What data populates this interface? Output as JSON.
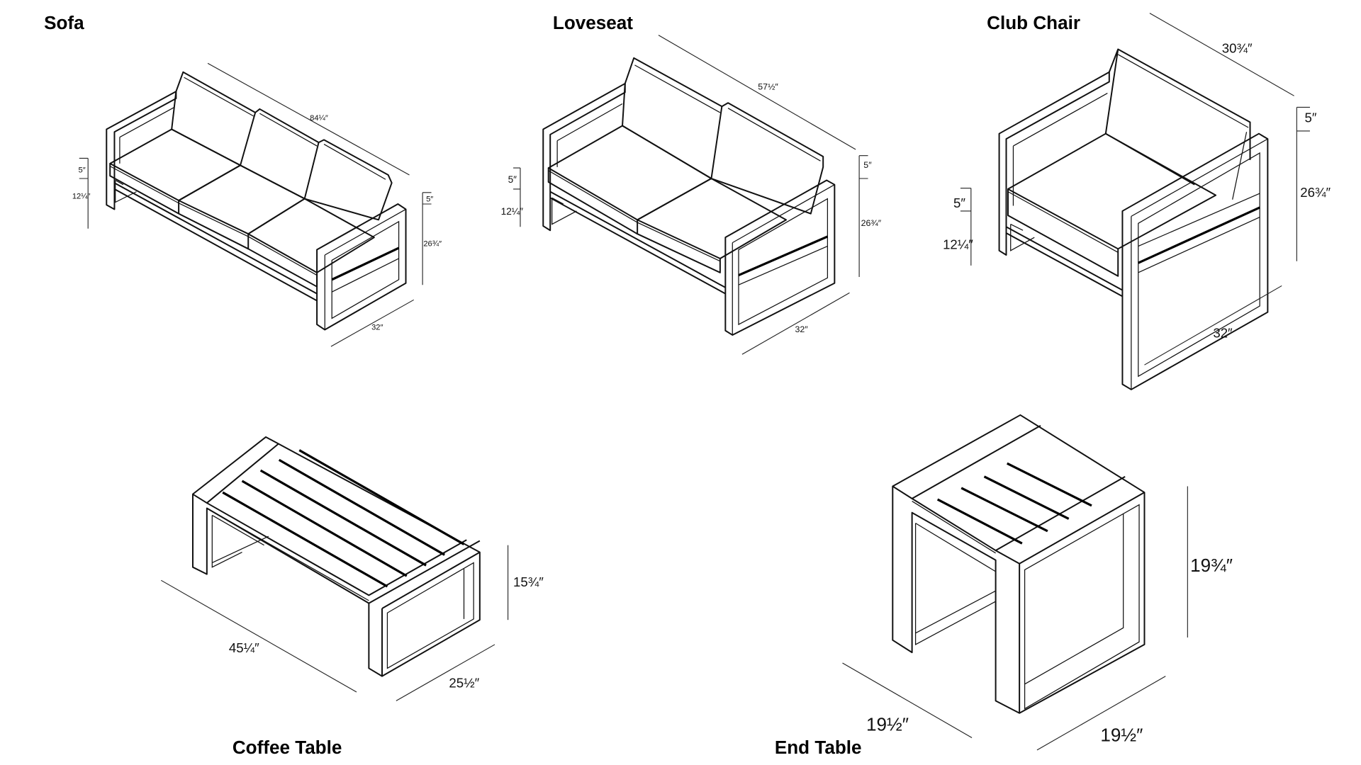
{
  "products": {
    "sofa": {
      "title": "Sofa",
      "dims": {
        "length": "84¼″",
        "back_cushion": "5″",
        "seat_height": "12¼″",
        "height": "26¾″",
        "depth": "32″"
      }
    },
    "loveseat": {
      "title": "Loveseat",
      "dims": {
        "length": "57½″",
        "back_cushion": "5″",
        "seat_height": "12¼″",
        "height": "26¾″",
        "depth": "32″"
      }
    },
    "club_chair": {
      "title": "Club Chair",
      "dims": {
        "length": "30¾″",
        "back_cushion": "5″",
        "seat_height": "12¼″",
        "height": "26¾″",
        "depth": "32″"
      }
    },
    "coffee_table": {
      "title": "Coffee Table",
      "dims": {
        "length": "45¼″",
        "width": "25½″",
        "height": "15¾″"
      }
    },
    "end_table": {
      "title": "End Table",
      "dims": {
        "length": "19½″",
        "width": "19½″",
        "height": "19¾″"
      }
    }
  }
}
